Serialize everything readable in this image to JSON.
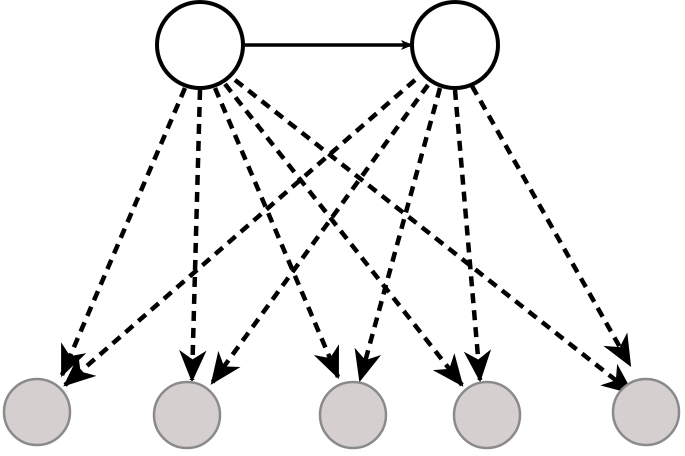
{
  "colors": {
    "background": "#ffffff",
    "top_node_fill": "#ffffff",
    "top_node_stroke": "#000000",
    "bottom_node_fill": "#d6cfcf",
    "bottom_node_stroke": "#8a8a8a",
    "edge": "#000000"
  },
  "nodes": {
    "top": [
      {
        "id": "t1"
      },
      {
        "id": "t2"
      }
    ],
    "bottom": [
      {
        "id": "b1"
      },
      {
        "id": "b2"
      },
      {
        "id": "b3"
      },
      {
        "id": "b4"
      },
      {
        "id": "b5"
      }
    ]
  },
  "edges": [
    {
      "from": "t1",
      "to": "t2",
      "style": "solid"
    },
    {
      "from": "t1",
      "to": "b1",
      "style": "dashed"
    },
    {
      "from": "t1",
      "to": "b2",
      "style": "dashed"
    },
    {
      "from": "t1",
      "to": "b3",
      "style": "dashed"
    },
    {
      "from": "t1",
      "to": "b4",
      "style": "dashed"
    },
    {
      "from": "t1",
      "to": "b5",
      "style": "dashed"
    },
    {
      "from": "t2",
      "to": "b1",
      "style": "dashed"
    },
    {
      "from": "t2",
      "to": "b2",
      "style": "dashed"
    },
    {
      "from": "t2",
      "to": "b3",
      "style": "dashed"
    },
    {
      "from": "t2",
      "to": "b4",
      "style": "dashed"
    },
    {
      "from": "t2",
      "to": "b5",
      "style": "dashed"
    }
  ]
}
